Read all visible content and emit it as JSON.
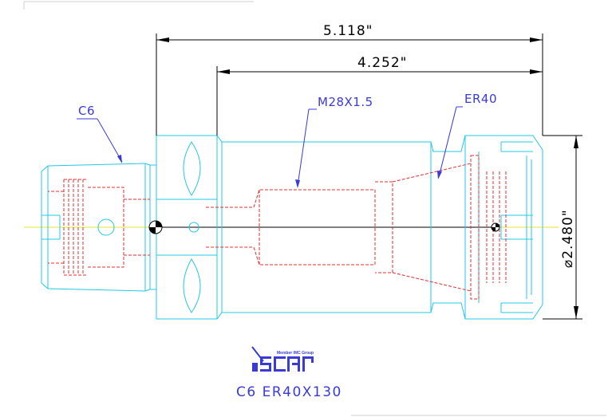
{
  "dimensions": {
    "overall_length": "5.118\"",
    "collet_length": "4.252\"",
    "diameter": "⌀2.480\""
  },
  "callouts": {
    "shank": "C6",
    "thread": "M28X1.5",
    "collet": "ER40"
  },
  "logo": {
    "tagline": "Member IMC Group",
    "brand": "iscar"
  },
  "caption": "C6 ER40X130",
  "colors": {
    "outline": "#22c8e8",
    "hidden": "#e03030",
    "dimension": "#000000",
    "annotation": "#3a3ad8",
    "centerline": "#e8e030"
  }
}
